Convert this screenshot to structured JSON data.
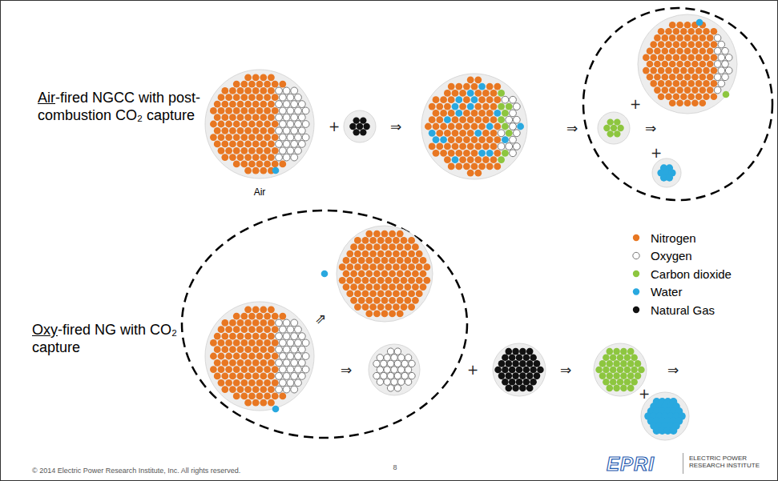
{
  "diagram": {
    "labels": [
      "Air-fired NGCC with post-combustion CO₂ capture",
      "Air",
      "+",
      "⇒",
      "⇒",
      "+",
      "⇒",
      "+",
      "Oxy-fired NG with CO₂ capture",
      "⇗",
      "⇒",
      "+",
      "⇒",
      "⇒",
      "+",
      "© 2014 Electric Power Research Institute, Inc. All rights reserved.",
      "8",
      "EPRI",
      "ELECTRIC POWER RESEARCH INSTITUTE"
    ],
    "legend": [
      {
        "text": "Nitrogen",
        "color": "#e87722"
      },
      {
        "text": "Oxygen",
        "color": "#ffffff"
      },
      {
        "text": "Carbon dioxide",
        "color": "#8dc63f"
      },
      {
        "text": "Water",
        "color": "#29a8df"
      },
      {
        "text": "Natural Gas",
        "color": "#111111"
      }
    ]
  }
}
